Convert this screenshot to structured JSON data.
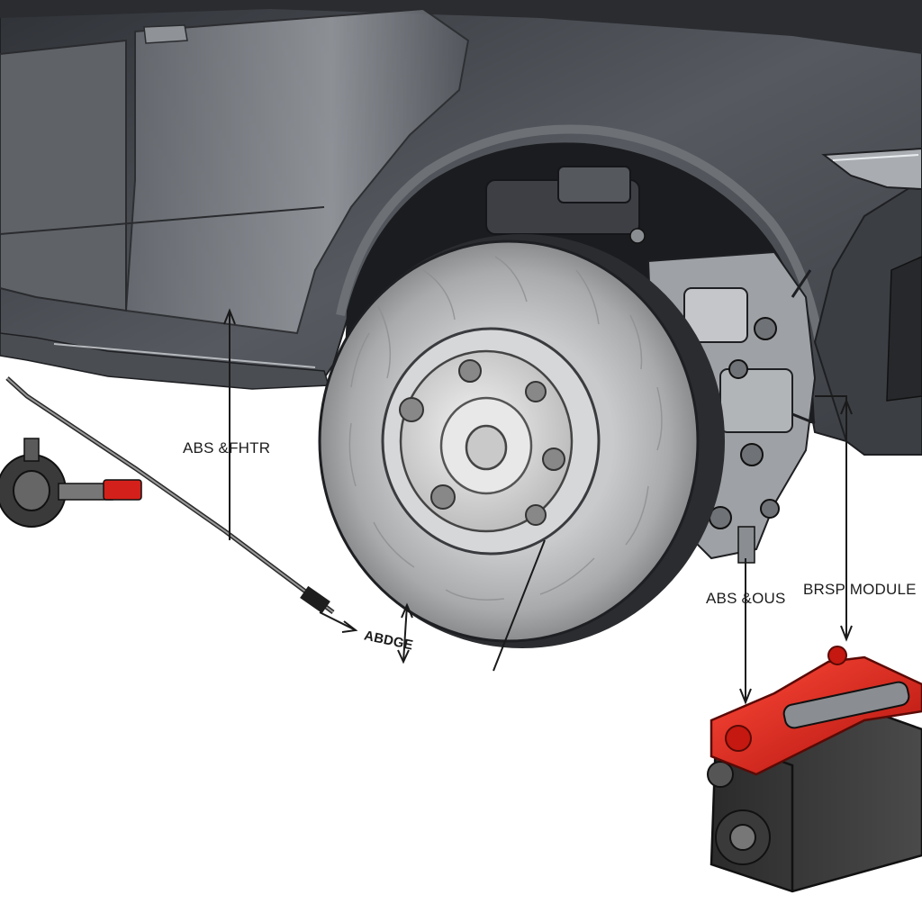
{
  "labels": {
    "abs_fhtr": "ABS &FHTR",
    "abs_ous": "ABS &OUS",
    "brsp_module": "BRSP MODULE",
    "abdge": "ABDGE"
  },
  "colors": {
    "body_dark": "#3d4046",
    "body_mid": "#6b6f75",
    "body_light": "#9da1a6",
    "rotor": "#b7b9bb",
    "hub": "#dcdcdc",
    "caliper_red": "#d4201a",
    "background": "#ffffff"
  },
  "icons": {
    "sensor": "abs-wheel-speed-sensor",
    "module": "brake-module",
    "rotor": "brake-rotor",
    "caliper": "brake-caliper"
  }
}
